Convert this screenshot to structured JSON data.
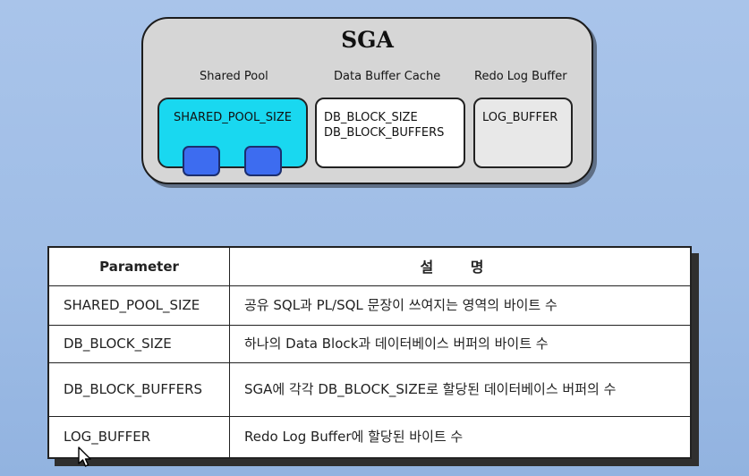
{
  "sga": {
    "title": "SGA",
    "areas": [
      {
        "label": "Shared Pool",
        "params": [
          "SHARED_POOL_SIZE"
        ]
      },
      {
        "label": "Data Buffer Cache",
        "params": [
          "DB_BLOCK_SIZE",
          "DB_BLOCK_BUFFERS"
        ]
      },
      {
        "label": "Redo Log Buffer",
        "params": [
          "LOG_BUFFER"
        ]
      }
    ]
  },
  "table": {
    "headers": [
      "Parameter",
      "설 명"
    ],
    "rows": [
      {
        "param": "SHARED_POOL_SIZE",
        "desc": "공유 SQL과 PL/SQL 문장이 쓰여지는 영역의 바이트 수"
      },
      {
        "param": "DB_BLOCK_SIZE",
        "desc": "하나의 Data Block과 데이터베이스 버퍼의 바이트 수"
      },
      {
        "param": "DB_BLOCK_BUFFERS",
        "desc": "SGA에 각각 DB_BLOCK_SIZE로 할당된 데이터베이스 버퍼의 수"
      },
      {
        "param": "LOG_BUFFER",
        "desc": "Redo Log Buffer에 할당된 바이트 수"
      }
    ]
  },
  "colors": {
    "background": "#a9c4ea",
    "sga_fill": "#d6d6d6",
    "shared_pool_fill": "#19d8f0",
    "block_fill": "#3d6cf0"
  }
}
